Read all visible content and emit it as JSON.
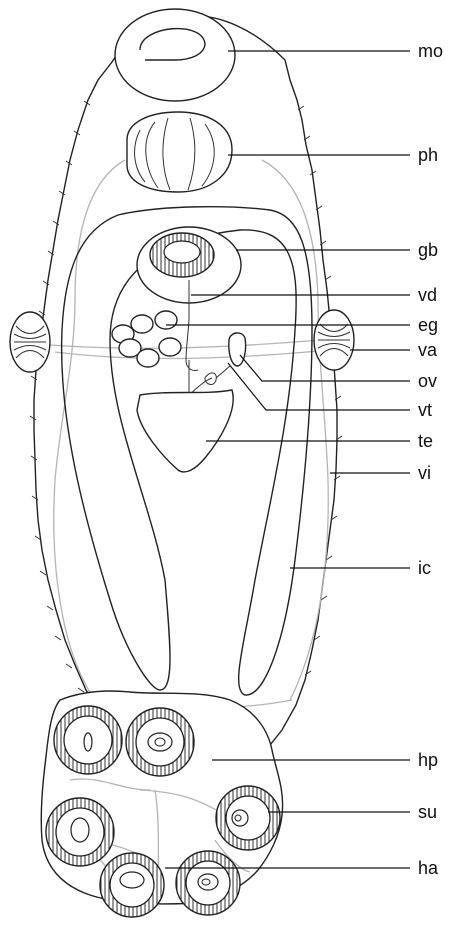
{
  "labels": [
    {
      "key": "mo",
      "text": "mo"
    },
    {
      "key": "ph",
      "text": "ph"
    },
    {
      "key": "gb",
      "text": "gb"
    },
    {
      "key": "vd",
      "text": "vd"
    },
    {
      "key": "eg",
      "text": "eg"
    },
    {
      "key": "va",
      "text": "va"
    },
    {
      "key": "ov",
      "text": "ov"
    },
    {
      "key": "vt",
      "text": "vt"
    },
    {
      "key": "te",
      "text": "te"
    },
    {
      "key": "vi",
      "text": "vi"
    },
    {
      "key": "ic",
      "text": "ic"
    },
    {
      "key": "hp",
      "text": "hp"
    },
    {
      "key": "su",
      "text": "su"
    },
    {
      "key": "ha",
      "text": "ha"
    }
  ]
}
